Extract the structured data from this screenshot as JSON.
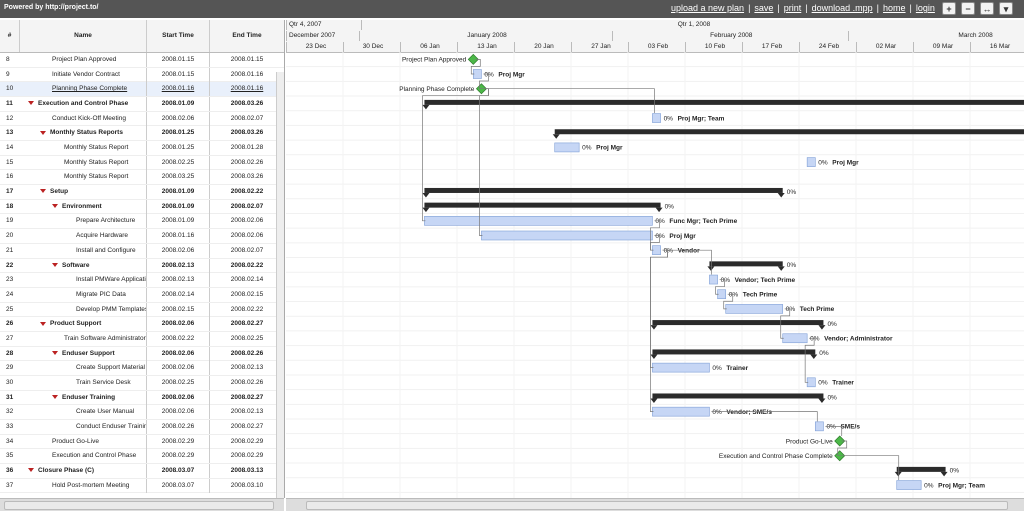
{
  "header": {
    "brand": "Powered by http://project.to/",
    "links": [
      "upload a new plan",
      "save",
      "print",
      "download .mpp",
      "home",
      "login"
    ],
    "buttons": [
      {
        "icon": "zoom-in-icon",
        "glyph": "+"
      },
      {
        "icon": "zoom-out-icon",
        "glyph": "−"
      },
      {
        "icon": "fit-icon",
        "glyph": "↔"
      },
      {
        "icon": "dropdown-icon",
        "glyph": "▾"
      }
    ]
  },
  "grid": {
    "columns": {
      "id": "#",
      "name": "Name",
      "start": "Start Time",
      "end": "End Time"
    },
    "rows": [
      {
        "id": "8",
        "name": "Project Plan Approved",
        "start": "2008.01.15",
        "end": "2008.01.15",
        "level": 2
      },
      {
        "id": "9",
        "name": "Initiate Vendor Contract",
        "start": "2008.01.15",
        "end": "2008.01.16",
        "level": 2
      },
      {
        "id": "10",
        "name": "Planning Phase Complete",
        "start": "2008.01.16",
        "end": "2008.01.16",
        "level": 2,
        "selected": true
      },
      {
        "id": "11",
        "name": "Execution and Control Phase",
        "start": "2008.01.09",
        "end": "2008.03.26",
        "level": 0,
        "summary": true
      },
      {
        "id": "12",
        "name": "Conduct Kick-Off Meeting",
        "start": "2008.02.06",
        "end": "2008.02.07",
        "level": 2
      },
      {
        "id": "13",
        "name": "Monthly Status Reports",
        "start": "2008.01.25",
        "end": "2008.03.26",
        "level": 1,
        "summary": true
      },
      {
        "id": "14",
        "name": "Monthly Status Report",
        "start": "2008.01.25",
        "end": "2008.01.28",
        "level": 3
      },
      {
        "id": "15",
        "name": "Monthly Status Report",
        "start": "2008.02.25",
        "end": "2008.02.26",
        "level": 3
      },
      {
        "id": "16",
        "name": "Monthly Status Report",
        "start": "2008.03.25",
        "end": "2008.03.26",
        "level": 3
      },
      {
        "id": "17",
        "name": "Setup",
        "start": "2008.01.09",
        "end": "2008.02.22",
        "level": 1,
        "summary": true
      },
      {
        "id": "18",
        "name": "Environment",
        "start": "2008.01.09",
        "end": "2008.02.07",
        "level": 2,
        "summary": true
      },
      {
        "id": "19",
        "name": "Prepare Architecture",
        "start": "2008.01.09",
        "end": "2008.02.06",
        "level": 4
      },
      {
        "id": "20",
        "name": "Acquire Hardware",
        "start": "2008.01.16",
        "end": "2008.02.06",
        "level": 4
      },
      {
        "id": "21",
        "name": "Install and Configure",
        "start": "2008.02.06",
        "end": "2008.02.07",
        "level": 4
      },
      {
        "id": "22",
        "name": "Software",
        "start": "2008.02.13",
        "end": "2008.02.22",
        "level": 2,
        "summary": true
      },
      {
        "id": "23",
        "name": "Install PMWare Application",
        "start": "2008.02.13",
        "end": "2008.02.14",
        "level": 4
      },
      {
        "id": "24",
        "name": "Migrate PIC Data",
        "start": "2008.02.14",
        "end": "2008.02.15",
        "level": 4
      },
      {
        "id": "25",
        "name": "Develop PMM Templates",
        "start": "2008.02.15",
        "end": "2008.02.22",
        "level": 4
      },
      {
        "id": "26",
        "name": "Product Support",
        "start": "2008.02.06",
        "end": "2008.02.27",
        "level": 1,
        "summary": true
      },
      {
        "id": "27",
        "name": "Train Software Administrators",
        "start": "2008.02.22",
        "end": "2008.02.25",
        "level": 3
      },
      {
        "id": "28",
        "name": "Enduser Support",
        "start": "2008.02.06",
        "end": "2008.02.26",
        "level": 2,
        "summary": true
      },
      {
        "id": "29",
        "name": "Create Support Material",
        "start": "2008.02.06",
        "end": "2008.02.13",
        "level": 4
      },
      {
        "id": "30",
        "name": "Train Service Desk",
        "start": "2008.02.25",
        "end": "2008.02.26",
        "level": 4
      },
      {
        "id": "31",
        "name": "Enduser Training",
        "start": "2008.02.06",
        "end": "2008.02.27",
        "level": 2,
        "summary": true
      },
      {
        "id": "32",
        "name": "Create User Manual",
        "start": "2008.02.06",
        "end": "2008.02.13",
        "level": 4
      },
      {
        "id": "33",
        "name": "Conduct Enduser Training",
        "start": "2008.02.26",
        "end": "2008.02.27",
        "level": 4
      },
      {
        "id": "34",
        "name": "Product Go-Live",
        "start": "2008.02.29",
        "end": "2008.02.29",
        "level": 2
      },
      {
        "id": "35",
        "name": "Execution and Control Phase",
        "start": "2008.02.29",
        "end": "2008.02.29",
        "level": 2
      },
      {
        "id": "36",
        "name": "Closure Phase (C)",
        "start": "2008.03.07",
        "end": "2008.03.13",
        "level": 0,
        "summary": true
      },
      {
        "id": "37",
        "name": "Hold Post-mortem Meeting",
        "start": "2008.03.07",
        "end": "2008.03.10",
        "level": 2
      }
    ]
  },
  "timeline": {
    "quarters": [
      "Qtr 4, 2007",
      "Qtr 1, 2008"
    ],
    "months": [
      "December 2007",
      "January 2008",
      "February 2008",
      "March 2008"
    ],
    "weeks": [
      "23 Dec",
      "30 Dec",
      "06 Jan",
      "13 Jan",
      "20 Jan",
      "27 Jan",
      "03 Feb",
      "10 Feb",
      "17 Feb",
      "24 Feb",
      "02 Mar",
      "09 Mar",
      "16 Mar"
    ]
  },
  "tasks": [
    {
      "row": 0,
      "kind": "milestone",
      "start": "2008-01-15",
      "label": "Project Plan Approved"
    },
    {
      "row": 1,
      "kind": "task",
      "start": "2008-01-15",
      "end": "2008-01-16",
      "pct": "0%",
      "res": "Proj Mgr"
    },
    {
      "row": 2,
      "kind": "milestone",
      "start": "2008-01-16",
      "label": "Planning Phase Complete"
    },
    {
      "row": 3,
      "kind": "summary",
      "start": "2008-01-09",
      "end": "2008-03-26",
      "pct": ""
    },
    {
      "row": 4,
      "kind": "task",
      "start": "2008-02-06",
      "end": "2008-02-07",
      "pct": "0%",
      "res": "Proj Mgr; Team"
    },
    {
      "row": 5,
      "kind": "summary",
      "start": "2008-01-25",
      "end": "2008-03-26",
      "pct": ""
    },
    {
      "row": 6,
      "kind": "task",
      "start": "2008-01-25",
      "end": "2008-01-28",
      "pct": "0%",
      "res": "Proj Mgr"
    },
    {
      "row": 7,
      "kind": "task",
      "start": "2008-02-25",
      "end": "2008-02-26",
      "pct": "0%",
      "res": "Proj Mgr"
    },
    {
      "row": 8,
      "kind": "task",
      "start": "2008-03-25",
      "end": "2008-03-26",
      "pct": "",
      "res": ""
    },
    {
      "row": 9,
      "kind": "summary",
      "start": "2008-01-09",
      "end": "2008-02-22",
      "pct": "0%"
    },
    {
      "row": 10,
      "kind": "summary",
      "start": "2008-01-09",
      "end": "2008-02-07",
      "pct": "0%"
    },
    {
      "row": 11,
      "kind": "task",
      "start": "2008-01-09",
      "end": "2008-02-06",
      "pct": "0%",
      "res": "Func Mgr; Tech Prime"
    },
    {
      "row": 12,
      "kind": "task",
      "start": "2008-01-16",
      "end": "2008-02-06",
      "pct": "0%",
      "res": "Proj Mgr"
    },
    {
      "row": 13,
      "kind": "task",
      "start": "2008-02-06",
      "end": "2008-02-07",
      "pct": "0%",
      "res": "Vendor"
    },
    {
      "row": 14,
      "kind": "summary",
      "start": "2008-02-13",
      "end": "2008-02-22",
      "pct": "0%"
    },
    {
      "row": 15,
      "kind": "task",
      "start": "2008-02-13",
      "end": "2008-02-14",
      "pct": "0%",
      "res": "Vendor; Tech Prime"
    },
    {
      "row": 16,
      "kind": "task",
      "start": "2008-02-14",
      "end": "2008-02-15",
      "pct": "0%",
      "res": "Tech Prime"
    },
    {
      "row": 17,
      "kind": "task",
      "start": "2008-02-15",
      "end": "2008-02-22",
      "pct": "0%",
      "res": "Tech Prime"
    },
    {
      "row": 18,
      "kind": "summary",
      "start": "2008-02-06",
      "end": "2008-02-27",
      "pct": "0%"
    },
    {
      "row": 19,
      "kind": "task",
      "start": "2008-02-22",
      "end": "2008-02-25",
      "pct": "0%",
      "res": "Vendor; Administrator"
    },
    {
      "row": 20,
      "kind": "summary",
      "start": "2008-02-06",
      "end": "2008-02-26",
      "pct": "0%"
    },
    {
      "row": 21,
      "kind": "task",
      "start": "2008-02-06",
      "end": "2008-02-13",
      "pct": "0%",
      "res": "Trainer"
    },
    {
      "row": 22,
      "kind": "task",
      "start": "2008-02-25",
      "end": "2008-02-26",
      "pct": "0%",
      "res": "Trainer"
    },
    {
      "row": 23,
      "kind": "summary",
      "start": "2008-02-06",
      "end": "2008-02-27",
      "pct": "0%"
    },
    {
      "row": 24,
      "kind": "task",
      "start": "2008-02-06",
      "end": "2008-02-13",
      "pct": "0%",
      "res": "Vendor; SME/s"
    },
    {
      "row": 25,
      "kind": "task",
      "start": "2008-02-26",
      "end": "2008-02-27",
      "pct": "0%",
      "res": "SME/s"
    },
    {
      "row": 26,
      "kind": "milestone",
      "start": "2008-02-29",
      "label": "Product Go-Live"
    },
    {
      "row": 27,
      "kind": "milestone",
      "start": "2008-02-29",
      "label": "Execution and Control Phase Complete"
    },
    {
      "row": 28,
      "kind": "summary",
      "start": "2008-03-07",
      "end": "2008-03-13",
      "pct": "0%"
    },
    {
      "row": 29,
      "kind": "task",
      "start": "2008-03-07",
      "end": "2008-03-10",
      "pct": "0%",
      "res": "Proj Mgr; Team"
    }
  ],
  "links": [
    [
      0,
      1
    ],
    [
      1,
      2
    ],
    [
      2,
      4
    ],
    [
      2,
      11
    ],
    [
      2,
      12
    ],
    [
      11,
      13
    ],
    [
      12,
      13
    ],
    [
      13,
      15
    ],
    [
      15,
      16
    ],
    [
      16,
      17
    ],
    [
      17,
      19
    ],
    [
      13,
      21
    ],
    [
      19,
      22
    ],
    [
      13,
      24
    ],
    [
      24,
      25
    ],
    [
      25,
      26
    ],
    [
      26,
      27
    ],
    [
      27,
      29
    ]
  ],
  "colors": {
    "bar": "#c6d6f5",
    "barBorder": "#7f9fd6",
    "summary": "#2b2b2b",
    "milestone": "#4cb848",
    "link": "#777777",
    "header": "#555555"
  }
}
